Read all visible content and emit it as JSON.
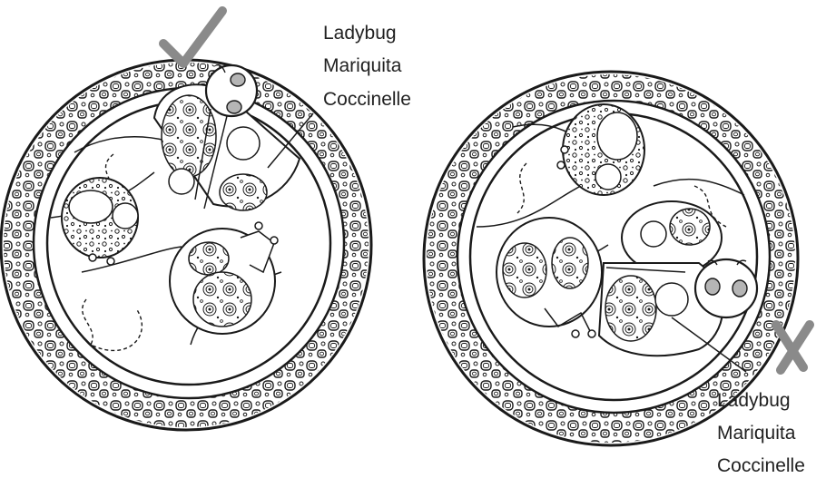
{
  "left_panel": {
    "status_mark": "check-mark",
    "labels": [
      "Ladybug",
      "Mariquita",
      "Coccinelle"
    ]
  },
  "right_panel": {
    "status_mark": "x-mark",
    "labels": [
      "Ladybug",
      "Mariquita",
      "Coccinelle"
    ]
  },
  "colors": {
    "mark": "#8a8a8a",
    "line": "#1a1a1a",
    "text": "#222222"
  }
}
